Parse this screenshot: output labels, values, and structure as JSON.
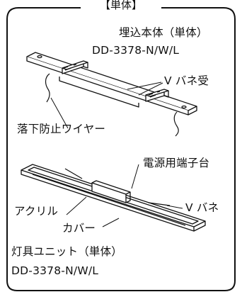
{
  "frame": {
    "title": "【単体】"
  },
  "upper_unit": {
    "name": "埋込本体（単体）",
    "model": "DD-3378-N/W/L",
    "callouts": {
      "v_spring_holder": "V バネ受",
      "drop_wire": "落下防止ワイヤー"
    }
  },
  "lower_unit": {
    "name": "灯具ユニット（単体）",
    "model": "DD-3378-N/W/L",
    "callouts": {
      "terminal_block": "電源用端子台",
      "acrylic_line1": "アクリル",
      "acrylic_line2": "カバー",
      "v_spring": "V バネ"
    }
  },
  "colors": {
    "line": "#111111",
    "background": "#ffffff"
  }
}
